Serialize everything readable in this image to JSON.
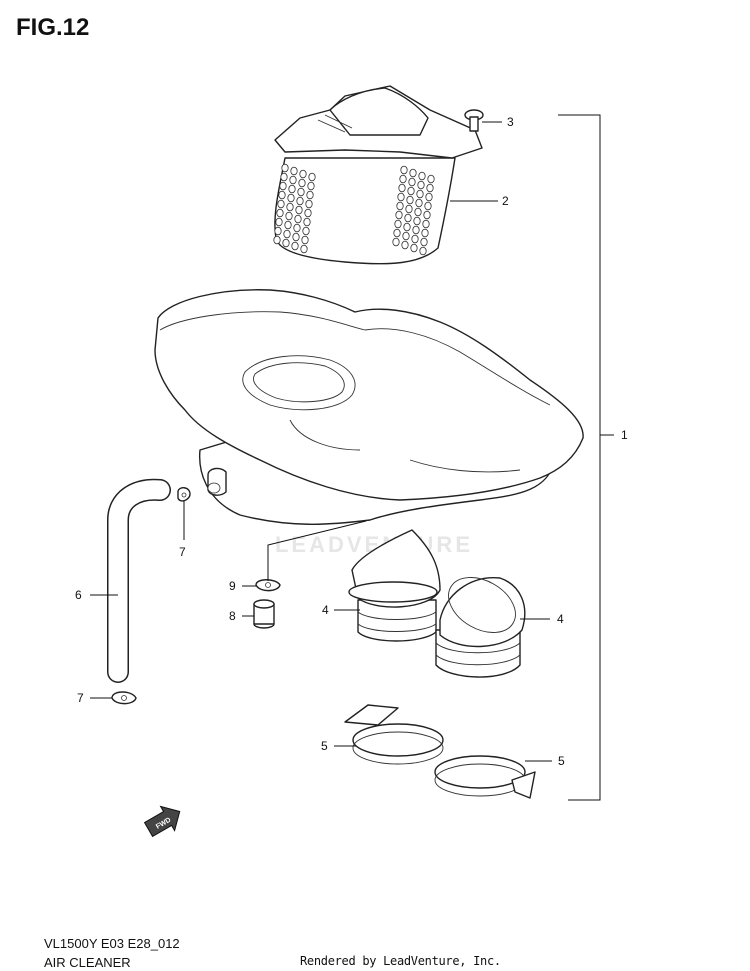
{
  "figure": {
    "title": "FIG.12",
    "model_code": "VL1500Y E03 E28_012",
    "section_name": "AIR CLEANER",
    "render_credit": "Rendered by LeadVenture, Inc.",
    "watermark_text": "LEADVENTURE"
  },
  "callouts": [
    {
      "id": "c1",
      "label": "1"
    },
    {
      "id": "c2",
      "label": "2"
    },
    {
      "id": "c3",
      "label": "3"
    },
    {
      "id": "c4a",
      "label": "4"
    },
    {
      "id": "c4b",
      "label": "4"
    },
    {
      "id": "c5a",
      "label": "5"
    },
    {
      "id": "c5b",
      "label": "5"
    },
    {
      "id": "c6",
      "label": "6"
    },
    {
      "id": "c7a",
      "label": "7"
    },
    {
      "id": "c7b",
      "label": "7"
    },
    {
      "id": "c8",
      "label": "8"
    },
    {
      "id": "c9",
      "label": "9"
    }
  ],
  "fwd_icon": {
    "icon": "fwd-arrow-icon",
    "text": "FWD"
  }
}
